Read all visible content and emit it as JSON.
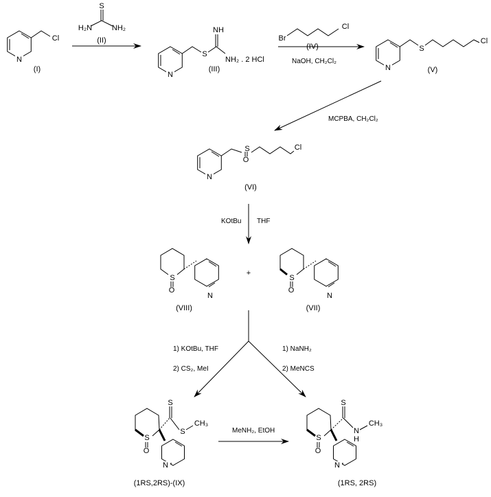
{
  "compounds": {
    "I": {
      "label": "(I)",
      "atoms": {
        "cl": "Cl",
        "n": "N"
      }
    },
    "II": {
      "label": "(II)",
      "atoms": {
        "s": "S",
        "h2n": "H₂N",
        "nh2": "NH₂"
      }
    },
    "III": {
      "label": "(III)",
      "atoms": {
        "s": "S",
        "nh": "NH",
        "nh2_salt": "NH₂ . 2 HCl",
        "n": "N"
      }
    },
    "IV": {
      "label": "(IV)",
      "atoms": {
        "br": "Br",
        "cl": "Cl"
      }
    },
    "V": {
      "label": "(V)",
      "atoms": {
        "s": "S",
        "cl": "Cl",
        "n": "N"
      }
    },
    "VI": {
      "label": "(VI)",
      "atoms": {
        "s": "S",
        "o": "O",
        "cl": "Cl",
        "n": "N"
      }
    },
    "VIII": {
      "label": "(VIII)",
      "atoms": {
        "s": "S",
        "o": "O",
        "n": "N"
      }
    },
    "VII": {
      "label": "(VII)",
      "atoms": {
        "s": "S",
        "o": "O",
        "n": "N"
      }
    },
    "IX": {
      "label": "(1RS,2RS)-(IX)",
      "atoms": {
        "s_ring": "S",
        "o": "O",
        "s_thione": "S",
        "s_ester": "S",
        "ch3": "CH₃",
        "n": "N"
      }
    },
    "final": {
      "label": "(1RS, 2RS)",
      "atoms": {
        "s_ring": "S",
        "o": "O",
        "s_thione": "S",
        "n_amide": "N",
        "h": "H",
        "ch3": "CH₃",
        "n": "N"
      }
    }
  },
  "plus": "+",
  "conditions": {
    "step2": "NaOH, CH₂Cl₂",
    "step3": "MCPBA, CH₂Cl₂",
    "step4_base": "KOtBu",
    "step4_solvent": "THF",
    "left_1": "1) KOtBu, THF",
    "left_2": "2) CS₂, MeI",
    "right_1": "1) NaNH₂",
    "right_2": "2) MeNCS",
    "step_final": "MeNH₂, EtOH"
  }
}
